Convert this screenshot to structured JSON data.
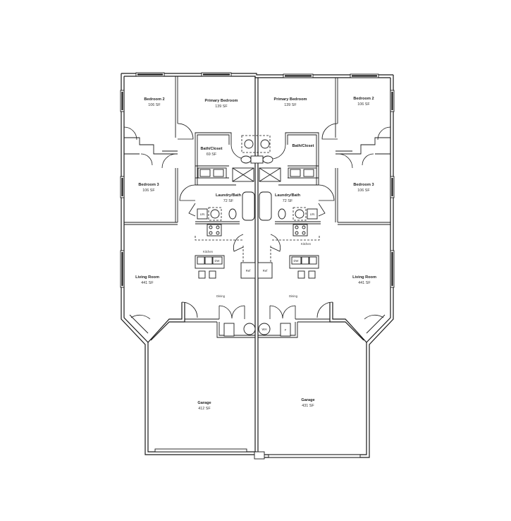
{
  "plan": {
    "type": "duplex-floor-plan",
    "units": [
      {
        "side": "left",
        "rooms": [
          {
            "id": "bedroom2",
            "name": "Bedroom 2",
            "area": "106 SF"
          },
          {
            "id": "primary_bedroom",
            "name": "Primary Bedroom",
            "area": "139 SF"
          },
          {
            "id": "bath_closet",
            "name": "Bath/Closet",
            "area": "69 SF"
          },
          {
            "id": "bedroom3",
            "name": "Bedroom 3",
            "area": "106 SF"
          },
          {
            "id": "laundry_bath",
            "name": "Laundry/Bath",
            "area": "72 SF"
          },
          {
            "id": "living_room",
            "name": "Living Room",
            "area": "441 SF"
          },
          {
            "id": "garage",
            "name": "Garage",
            "area": "412 SF"
          }
        ],
        "labels": {
          "kitchen": "Kitchen",
          "dining": "Dining",
          "lin": "LIN",
          "ref": "Ref",
          "dw": "DW",
          "wh": "",
          "f": ""
        }
      },
      {
        "side": "right",
        "rooms": [
          {
            "id": "primary_bedroom",
            "name": "Primary Bedroom",
            "area": "139 SF"
          },
          {
            "id": "bedroom2",
            "name": "Bedroom 2",
            "area": "106 SF"
          },
          {
            "id": "bath_closet",
            "name": "Bath/Closet",
            "area": ""
          },
          {
            "id": "laundry_bath",
            "name": "Laundry/Bath",
            "area": "72 SF"
          },
          {
            "id": "bedroom3",
            "name": "Bedroom 3",
            "area": "106 SF"
          },
          {
            "id": "living_room",
            "name": "Living Room",
            "area": "441 SF"
          },
          {
            "id": "garage",
            "name": "Garage",
            "area": "431 SF"
          }
        ],
        "labels": {
          "kitchen": "Kitchen",
          "dining": "Dining",
          "lin": "LIN",
          "ref": "Ref",
          "dw": "DW",
          "wh": "WH",
          "f": "F"
        }
      }
    ]
  }
}
